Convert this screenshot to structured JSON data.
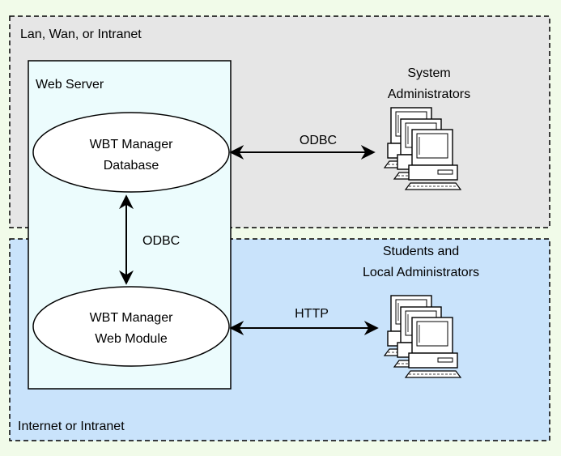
{
  "colors": {
    "outer_background": "#f1fbe9",
    "lan_zone": "#e6e6e6",
    "internet_zone": "#c9e3fb",
    "web_server_box": "#ecfcfd",
    "ellipse_fill": "#ffffff",
    "line": "#000000"
  },
  "zones": {
    "lan": {
      "label": "Lan, Wan, or Intranet"
    },
    "internet": {
      "label": "Internet or Intranet"
    }
  },
  "web_server": {
    "label": "Web Server",
    "database": {
      "line1": "WBT Manager",
      "line2": "Database"
    },
    "web_module": {
      "line1": "WBT Manager",
      "line2": "Web Module"
    }
  },
  "connections": {
    "internal": "ODBC",
    "to_admins": "ODBC",
    "to_students": "HTTP"
  },
  "groups": {
    "admins": {
      "line1": "System",
      "line2": "Administrators",
      "icon": "computer-group-icon"
    },
    "students": {
      "line1": "Students and",
      "line2": "Local Administrators",
      "icon": "computer-group-icon"
    }
  }
}
